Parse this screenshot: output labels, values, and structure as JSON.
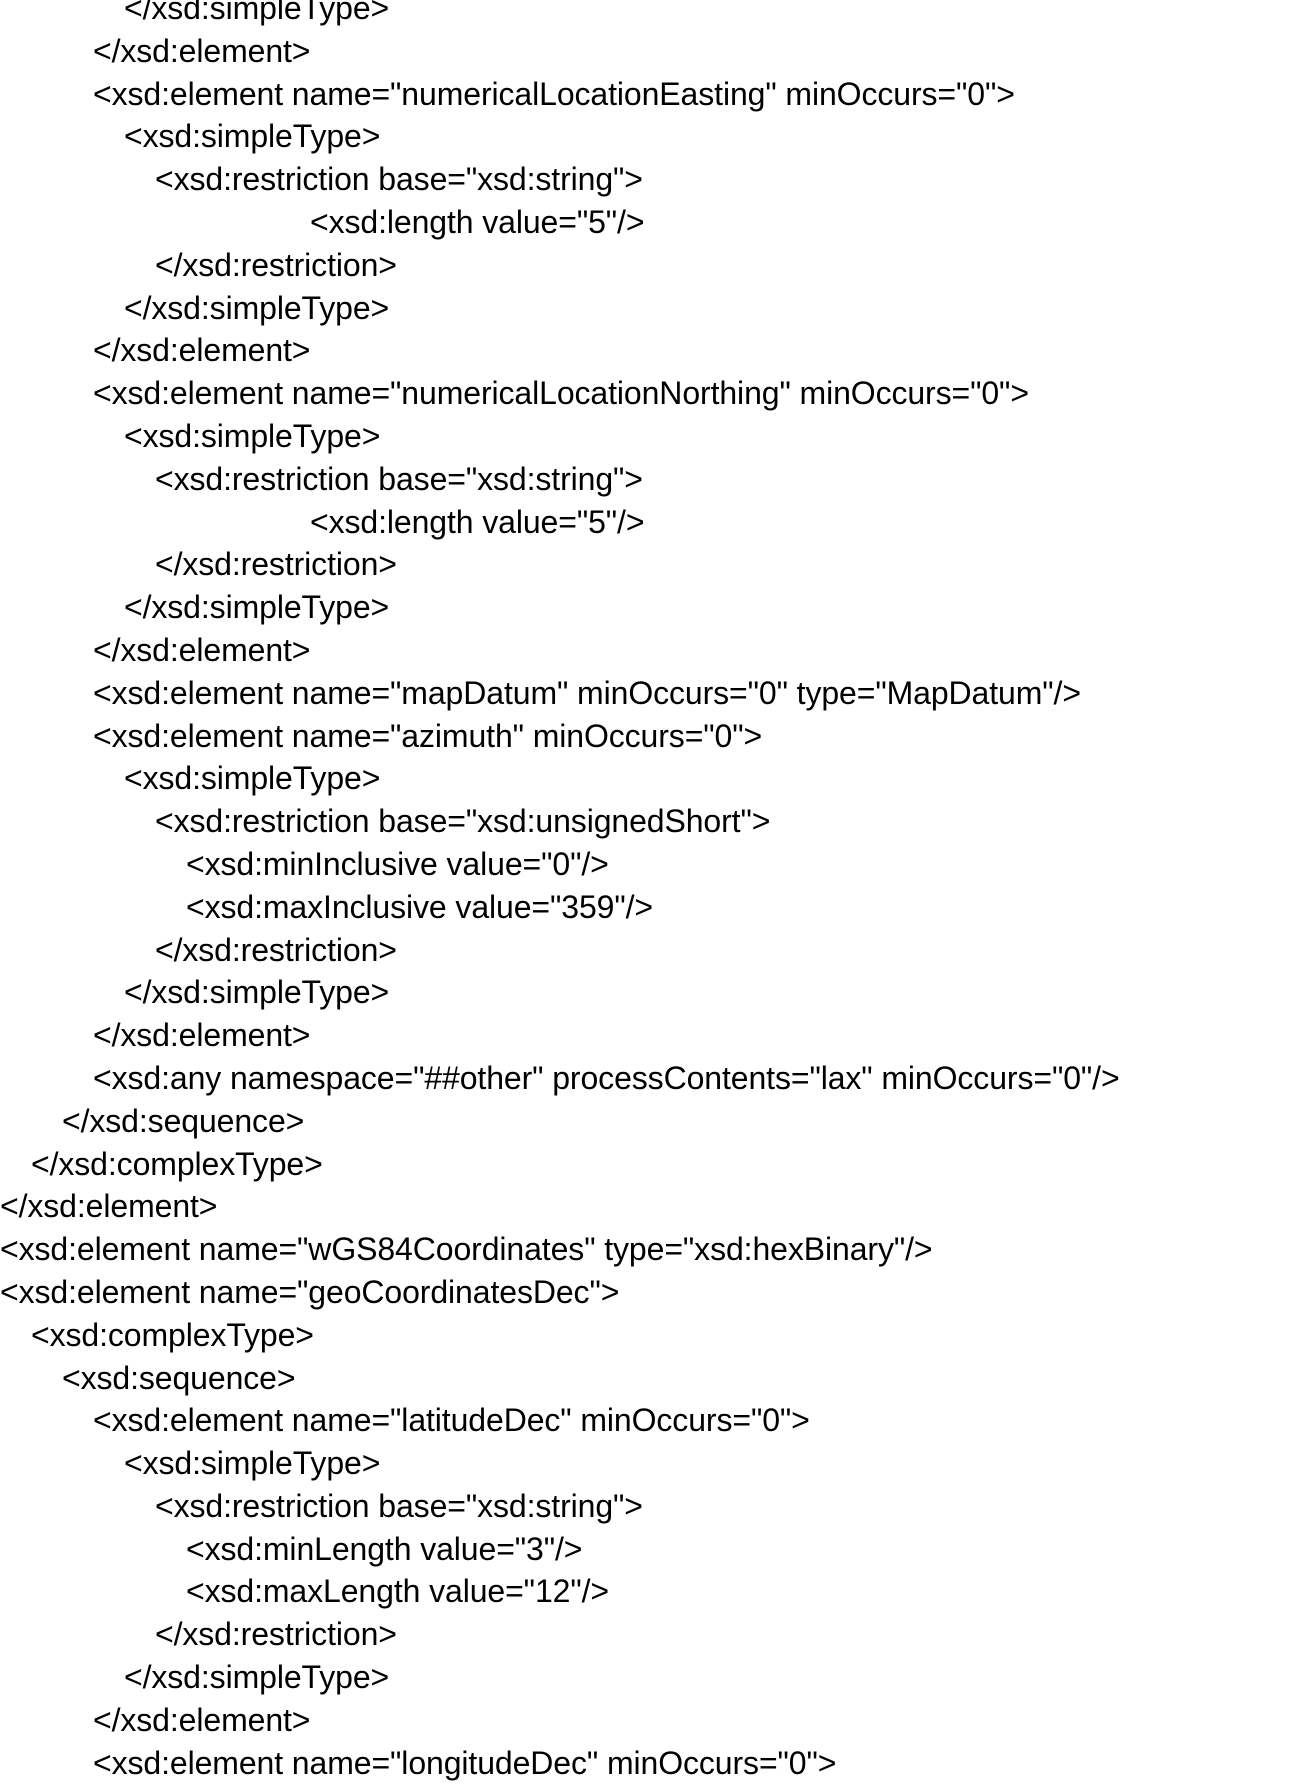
{
  "document": {
    "lines": [
      {
        "indent": 4,
        "text": "</xsd:simpleType>"
      },
      {
        "indent": 3,
        "text": "</xsd:element>"
      },
      {
        "indent": 3,
        "text": "<xsd:element name=\"numericalLocationEasting\" minOccurs=\"0\">"
      },
      {
        "indent": 4,
        "text": "<xsd:simpleType>"
      },
      {
        "indent": 5,
        "text": "<xsd:restriction base=\"xsd:string\">"
      },
      {
        "indent": 10,
        "text": "<xsd:length value=\"5\"/>"
      },
      {
        "indent": 5,
        "text": "</xsd:restriction>"
      },
      {
        "indent": 4,
        "text": "</xsd:simpleType>"
      },
      {
        "indent": 3,
        "text": "</xsd:element>"
      },
      {
        "indent": 3,
        "text": "<xsd:element name=\"numericalLocationNorthing\" minOccurs=\"0\">"
      },
      {
        "indent": 4,
        "text": "<xsd:simpleType>"
      },
      {
        "indent": 5,
        "text": "<xsd:restriction base=\"xsd:string\">"
      },
      {
        "indent": 10,
        "text": "<xsd:length value=\"5\"/>"
      },
      {
        "indent": 5,
        "text": "</xsd:restriction>"
      },
      {
        "indent": 4,
        "text": "</xsd:simpleType>"
      },
      {
        "indent": 3,
        "text": "</xsd:element>"
      },
      {
        "indent": 3,
        "text": "<xsd:element name=\"mapDatum\" minOccurs=\"0\" type=\"MapDatum\"/>"
      },
      {
        "indent": 3,
        "text": "<xsd:element name=\"azimuth\" minOccurs=\"0\">"
      },
      {
        "indent": 4,
        "text": "<xsd:simpleType>"
      },
      {
        "indent": 5,
        "text": "<xsd:restriction base=\"xsd:unsignedShort\">"
      },
      {
        "indent": 6,
        "text": "<xsd:minInclusive value=\"0\"/>"
      },
      {
        "indent": 6,
        "text": "<xsd:maxInclusive value=\"359\"/>"
      },
      {
        "indent": 5,
        "text": "</xsd:restriction>"
      },
      {
        "indent": 4,
        "text": "</xsd:simpleType>"
      },
      {
        "indent": 3,
        "text": "</xsd:element>"
      },
      {
        "indent": 3,
        "text": "<xsd:any namespace=\"##other\" processContents=\"lax\" minOccurs=\"0\"/>"
      },
      {
        "indent": 2,
        "text": "</xsd:sequence>"
      },
      {
        "indent": 1,
        "text": "</xsd:complexType>"
      },
      {
        "indent": 0,
        "text": "</xsd:element>"
      },
      {
        "indent": 0,
        "text": "<xsd:element name=\"wGS84Coordinates\" type=\"xsd:hexBinary\"/>"
      },
      {
        "indent": 0,
        "text": "<xsd:element name=\"geoCoordinatesDec\">"
      },
      {
        "indent": 1,
        "text": "<xsd:complexType>"
      },
      {
        "indent": 2,
        "text": "<xsd:sequence>"
      },
      {
        "indent": 3,
        "text": "<xsd:element name=\"latitudeDec\" minOccurs=\"0\">"
      },
      {
        "indent": 4,
        "text": "<xsd:simpleType>"
      },
      {
        "indent": 5,
        "text": "<xsd:restriction base=\"xsd:string\">"
      },
      {
        "indent": 6,
        "text": "<xsd:minLength value=\"3\"/>"
      },
      {
        "indent": 6,
        "text": "<xsd:maxLength value=\"12\"/>"
      },
      {
        "indent": 5,
        "text": "</xsd:restriction>"
      },
      {
        "indent": 4,
        "text": "</xsd:simpleType>"
      },
      {
        "indent": 3,
        "text": "</xsd:element>"
      },
      {
        "indent": 3,
        "text": "<xsd:element name=\"longitudeDec\" minOccurs=\"0\">"
      }
    ]
  }
}
